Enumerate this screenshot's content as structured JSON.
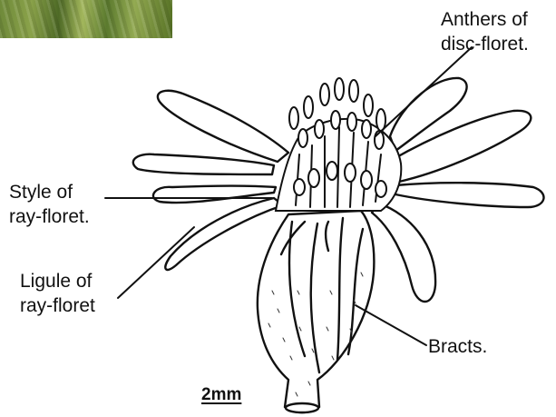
{
  "labels": {
    "anthers": [
      "Anthers of",
      "disc-floret."
    ],
    "style": [
      "Style of",
      "ray-floret."
    ],
    "ligule": [
      "Ligule of",
      "ray-floret"
    ],
    "bracts": "Bracts.",
    "scale": "2mm"
  },
  "colors": {
    "ink": "#111111",
    "photo_green": "#6f8a3a"
  },
  "icons": [
    "flower-head-drawing"
  ]
}
